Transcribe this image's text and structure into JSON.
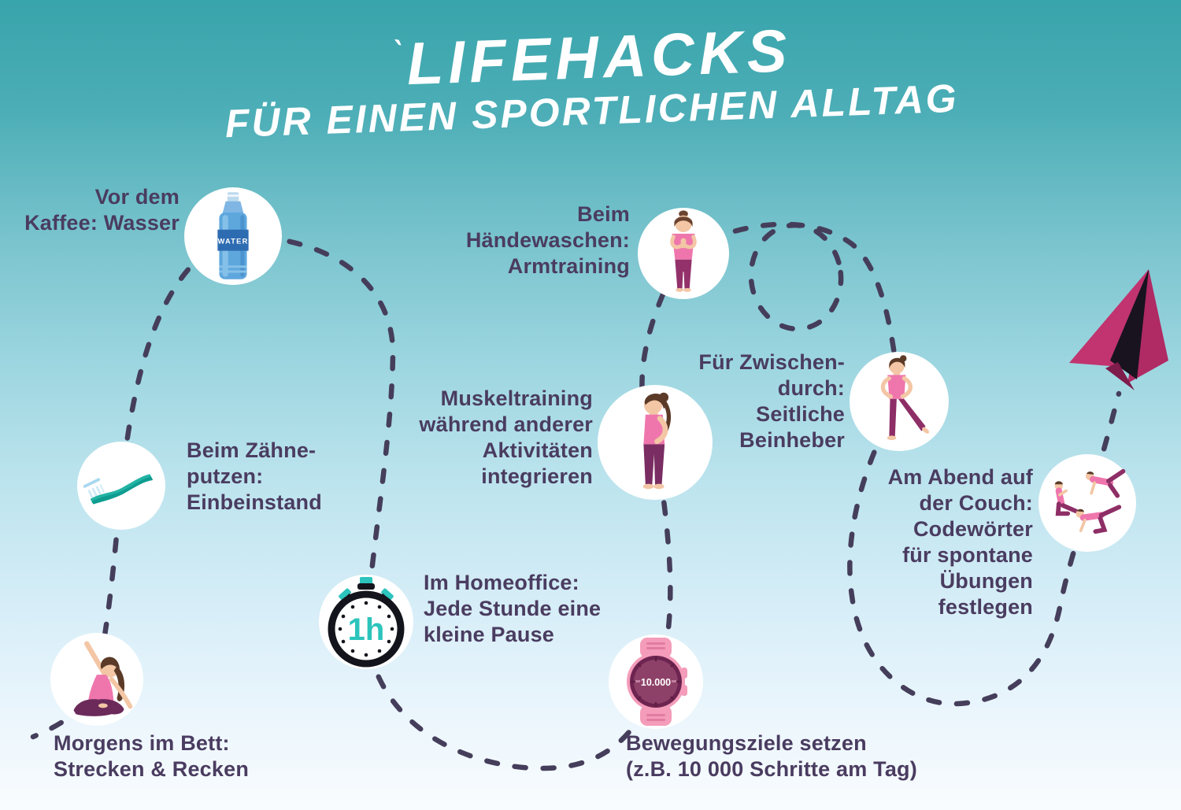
{
  "title": {
    "accent": "`",
    "line1": "LIFEHACKS",
    "line2": "FÜR EINEN SPORTLICHEN ALLTAG"
  },
  "colors": {
    "background_top": "#38a4ab",
    "background_bottom": "#f9fcfe",
    "text": "#4a3c60",
    "dashed_path": "#453e5b",
    "accent_teal": "#2cc4b4",
    "accent_pink": "#ef76ad",
    "accent_magenta": "#8e2e66",
    "bottle_blue": "#5ea7dd",
    "plane_magenta": "#c13470",
    "badge_white": "#ffffff"
  },
  "items": [
    {
      "id": "water",
      "icon": "water-bottle-icon",
      "icon_label": "WATER",
      "lines": [
        "Vor dem",
        "Kaffee: Wasser"
      ]
    },
    {
      "id": "toothbrush",
      "icon": "toothbrush-icon",
      "lines": [
        "Beim Zähne-",
        "putzen:",
        "Einbeinstand"
      ]
    },
    {
      "id": "bed",
      "icon": "stretching-person-icon",
      "lines": [
        "Morgens im Bett:",
        "Strecken & Recken"
      ]
    },
    {
      "id": "homeoffice",
      "icon": "stopwatch-icon",
      "icon_label": "1h",
      "lines": [
        "Im Homeoffice:",
        "Jede Stunde eine",
        "kleine Pause"
      ]
    },
    {
      "id": "muscle",
      "icon": "standing-person-icon",
      "lines": [
        "Muskeltraining",
        "während anderer",
        "Aktivitäten",
        "integrieren"
      ]
    },
    {
      "id": "handwash",
      "icon": "prayer-pose-person-icon",
      "lines": [
        "Beim",
        "Händewaschen:",
        "Armtraining"
      ]
    },
    {
      "id": "between",
      "icon": "side-leg-raise-person-icon",
      "lines": [
        "Für Zwischen-",
        "durch:",
        "Seitliche",
        "Beinheber"
      ]
    },
    {
      "id": "goals",
      "icon": "smartwatch-icon",
      "icon_label": "10.000",
      "lines": [
        "Bewegungsziele setzen",
        "(z.B. 10 000 Schritte am Tag)"
      ]
    },
    {
      "id": "couch",
      "icon": "exercise-poses-icon",
      "lines": [
        "Am Abend auf",
        "der Couch:",
        "Codewörter",
        "für spontane",
        "Übungen",
        "festlegen"
      ]
    }
  ],
  "decorations": {
    "paper_plane": "paper-plane-icon",
    "route_style": "dashed"
  }
}
